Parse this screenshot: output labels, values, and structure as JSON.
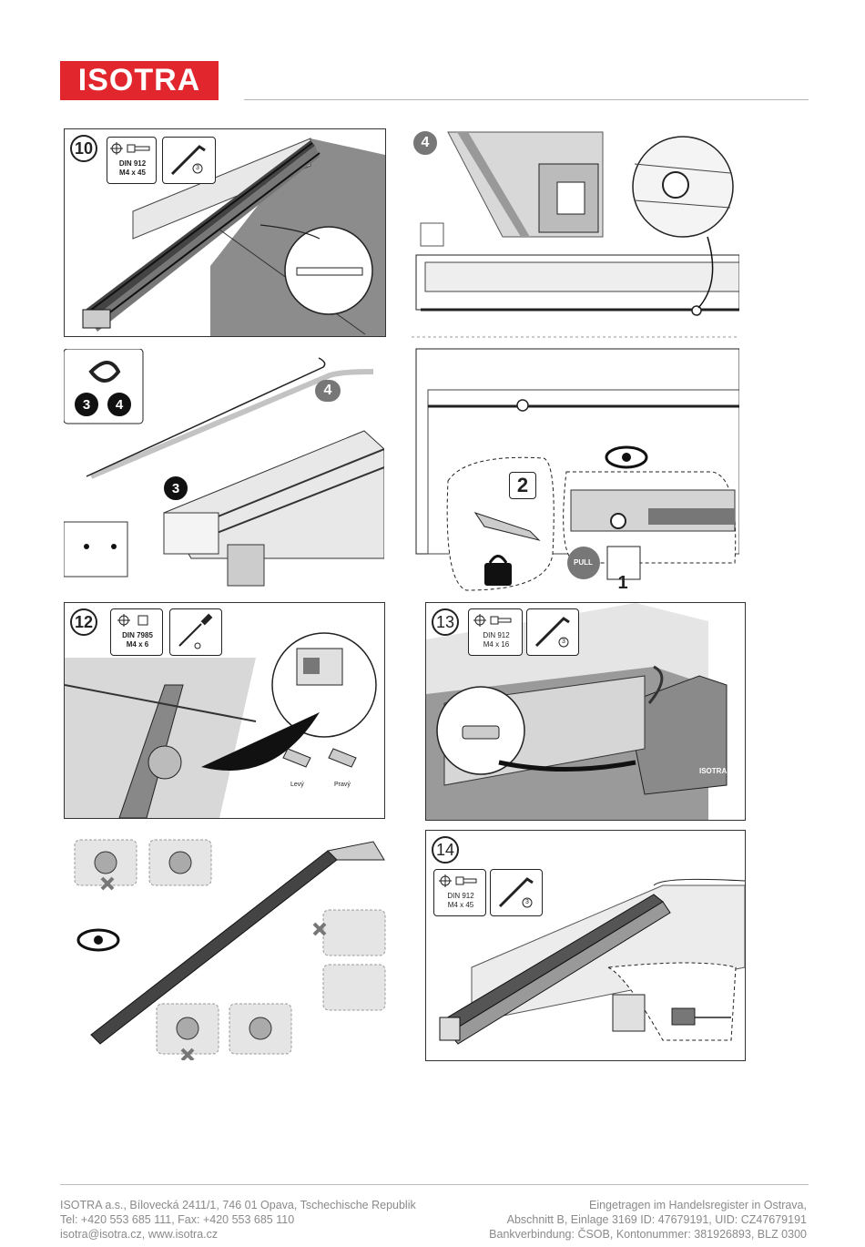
{
  "brand": {
    "logo_text": "ISOTRA",
    "color": "#e1262d"
  },
  "panels": {
    "p10": {
      "step": "10",
      "screw": [
        "DIN 912",
        "M4 x 45"
      ],
      "tool": "3"
    },
    "p4": {
      "step": "4"
    },
    "cord": {
      "badges": [
        "3",
        "4"
      ],
      "step_b": "3",
      "end_label": "4"
    },
    "lock": {
      "step_2": "2",
      "step_1": "1",
      "pull_label": "PULL"
    },
    "p12": {
      "step": "12",
      "screw": [
        "DIN 7985",
        "M4 x 6"
      ],
      "left_label": "Levý",
      "right_label": "Pravý"
    },
    "p13": {
      "step": "13",
      "screw": [
        "DIN 912",
        "M4 x 16"
      ],
      "tool": "3",
      "brand_mark": "ISOTRA"
    },
    "p14": {
      "step": "14",
      "screw": [
        "DIN 912",
        "M4 x 45"
      ],
      "tool": "3"
    }
  },
  "footer": {
    "left": [
      "ISOTRA a.s., Bílovecká 2411/1, 746 01 Opava, Tschechische Republik",
      "Tel: +420 553 685 111, Fax: +420 553 685 110",
      "isotra@isotra.cz, www.isotra.cz"
    ],
    "right": [
      "Eingetragen im Handelsregister in Ostrava,",
      "Abschnitt B, Einlage 3169 ID: 47679191, UID: CZ47679191",
      "Bankverbindung: ČSOB, Kontonummer: 381926893, BLZ 0300"
    ]
  }
}
